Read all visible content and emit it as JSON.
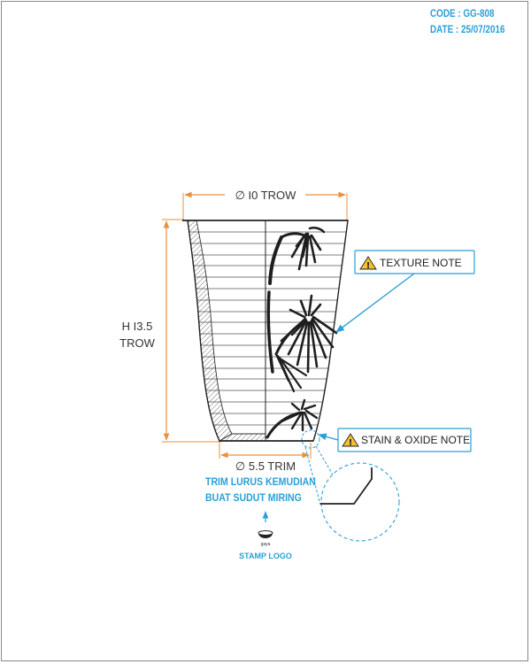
{
  "header": {
    "code": "CODE : GG-808",
    "date": "DATE : 25/07/2016"
  },
  "dimensions": {
    "top_diameter": "∅ I0 TROW",
    "height_line1": "H I3.5",
    "height_line2": "TROW",
    "bottom_diameter": "∅ 5.5 TRIM"
  },
  "notes": {
    "texture": "TEXTURE NOTE",
    "stain": "STAIN & OXIDE NOTE"
  },
  "instruction": {
    "line1": "TRIM LURUS KEMUDIAN",
    "line2": "BUAT SUDUT MIRING"
  },
  "stamp": {
    "mark": "gaya",
    "label": "STAMP LOGO"
  },
  "colors": {
    "dimension": "#e8903c",
    "accent": "#2a9fd6",
    "ink": "#222222"
  }
}
